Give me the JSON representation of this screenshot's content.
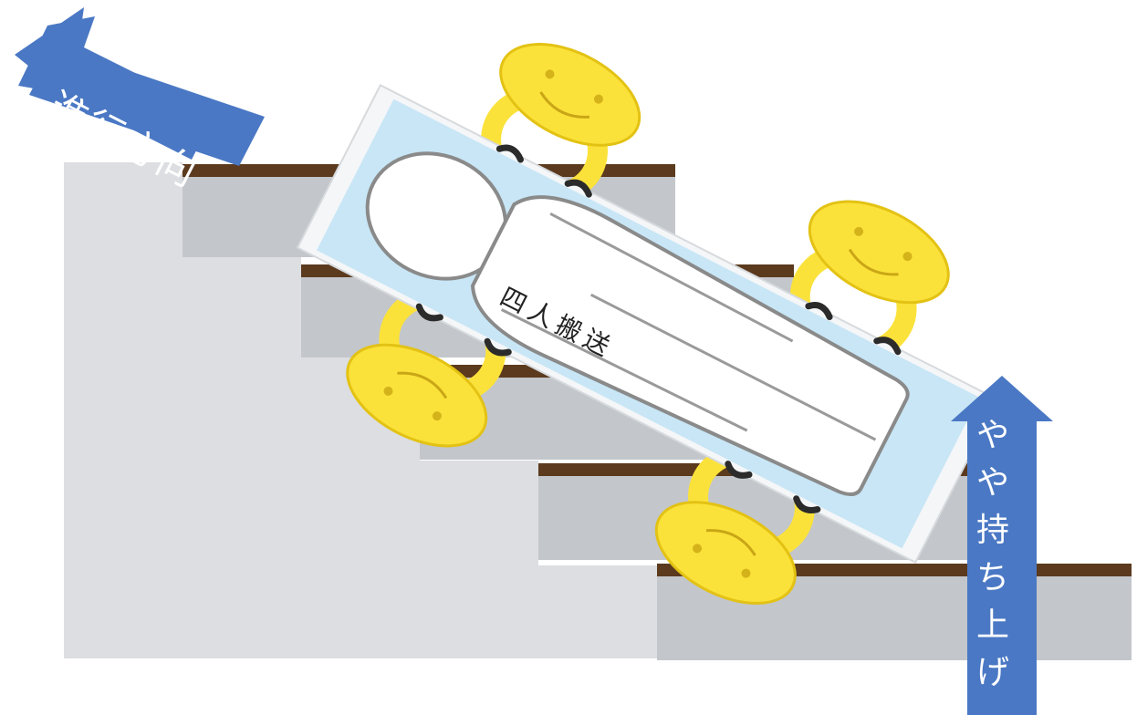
{
  "labels": {
    "direction": "進行方向",
    "carry": "四人搬送",
    "lift": "やや持ち上げ"
  },
  "colors": {
    "arrow_fill": "#4a78c4",
    "stair_wall": "#d9dbdf",
    "stair_step": "#b9bcc2",
    "stair_edge": "#5b3a1e",
    "sheet_blue": "#bfe3f6",
    "face_yellow": "#fbe23a",
    "face_outline": "#e3c214"
  }
}
